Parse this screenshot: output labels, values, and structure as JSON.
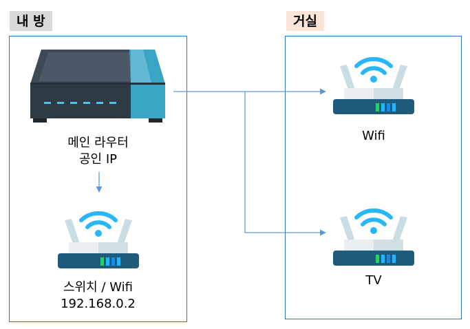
{
  "rooms": {
    "my_room": {
      "title": "내 방",
      "tag_color": "#d9d9d9"
    },
    "living_room": {
      "title": "거실",
      "tag_color": "#fce4d6"
    }
  },
  "nodes": {
    "main_router": {
      "line1": "메인 라우터",
      "line2": "공인 IP",
      "icon": "modem-router-icon"
    },
    "switch": {
      "line1": "스위치 / Wifi",
      "line2": "192.168.0.2",
      "icon": "wifi-router-icon"
    },
    "living_wifi": {
      "label": "Wifi",
      "icon": "wifi-router-icon"
    },
    "living_tv": {
      "label": "TV",
      "icon": "wifi-router-icon"
    }
  },
  "colors": {
    "border": "#2e75b6",
    "connector": "#5b9bd5",
    "wifi_signal": "#29b6f6"
  }
}
